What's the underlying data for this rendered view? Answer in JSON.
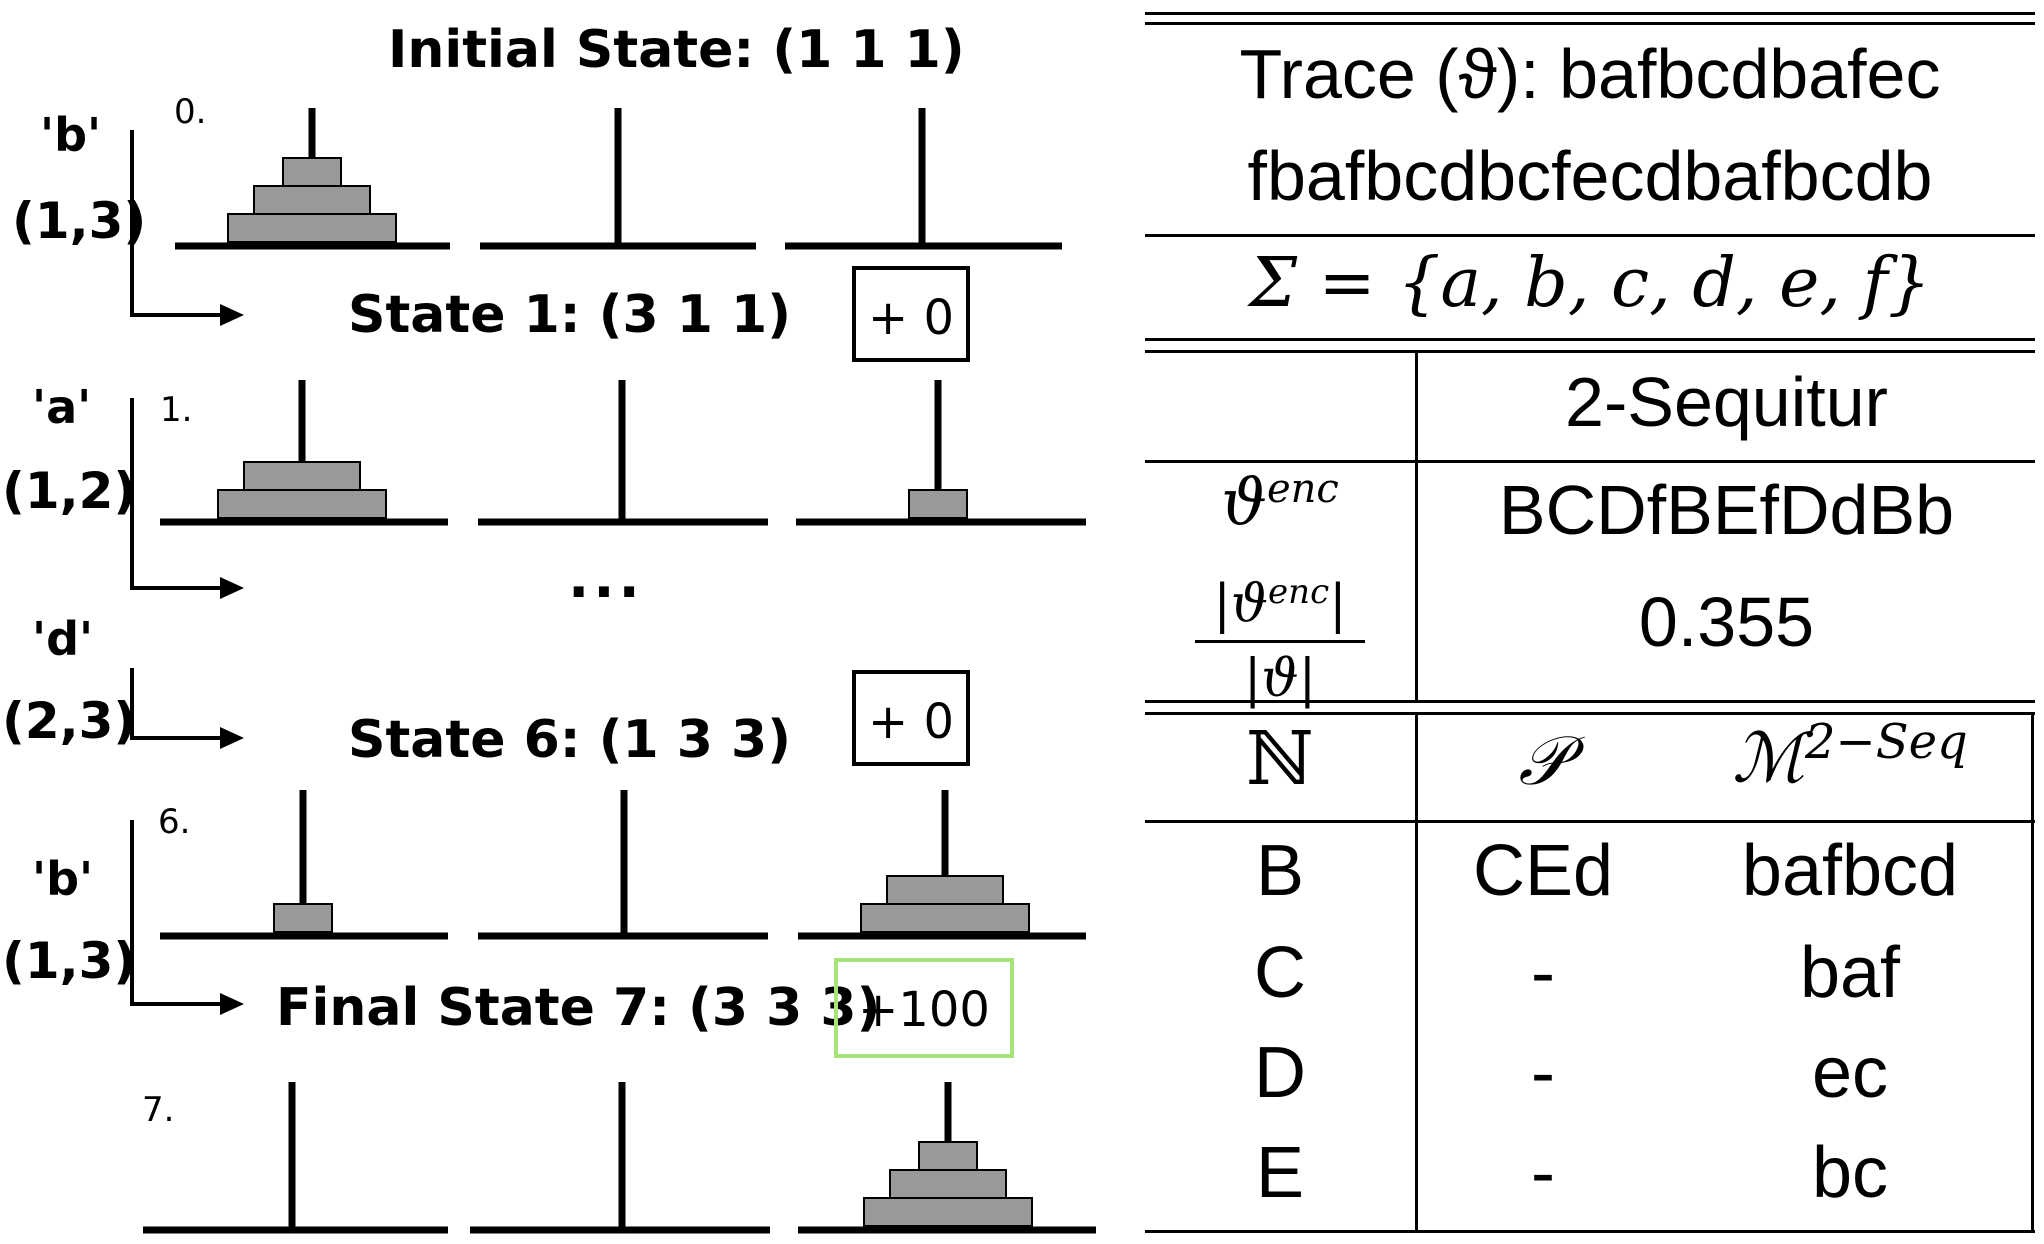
{
  "diagram": {
    "initial_title": "Initial State: (1 1 1)",
    "transitions": [
      {
        "action": "'b'",
        "move": "(1,3)",
        "state": "State 1: (3 1 1)",
        "reward": "+ 0"
      },
      {
        "action": "'a'",
        "move": "(1,2)"
      },
      {
        "action": "'d'",
        "move": "(2,3)",
        "state": "State 6: (1 3 3)",
        "reward": "+ 0"
      },
      {
        "action": "'b'",
        "move": "(1,3)",
        "state": "Final State 7: (3 3 3)",
        "reward": "+100"
      }
    ],
    "step_numbers": [
      "0.",
      "1.",
      "6.",
      "7."
    ],
    "ellipsis": "···",
    "colors": {
      "disk": "#999999",
      "final_reward_border": "#a6e57a",
      "line": "#000000"
    }
  },
  "table": {
    "trace_line1": "Trace (ϑ): bafbcdbafec",
    "trace_line2": "fbafbcdbcfecdbafbcdb",
    "alphabet": "Σ = {a, b, c, d, e, f}",
    "method_header": "2-Sequitur",
    "enc_label": "ϑ",
    "enc_label_sup": "enc",
    "enc_value": "BCDfBEfDdBb",
    "ratio_num": "|ϑ",
    "ratio_num_sup": "enc",
    "ratio_num_end": "|",
    "ratio_den": "|ϑ|",
    "ratio_value": "0.355",
    "col_headers": [
      "ℕ",
      "𝒫",
      "ℳ"
    ],
    "col3_sup": "2−Seq",
    "rows": [
      {
        "n": "B",
        "p": "CEd",
        "m": "bafbcd"
      },
      {
        "n": "C",
        "p": "-",
        "m": "baf"
      },
      {
        "n": "D",
        "p": "-",
        "m": "ec"
      },
      {
        "n": "E",
        "p": "-",
        "m": "bc"
      }
    ]
  }
}
